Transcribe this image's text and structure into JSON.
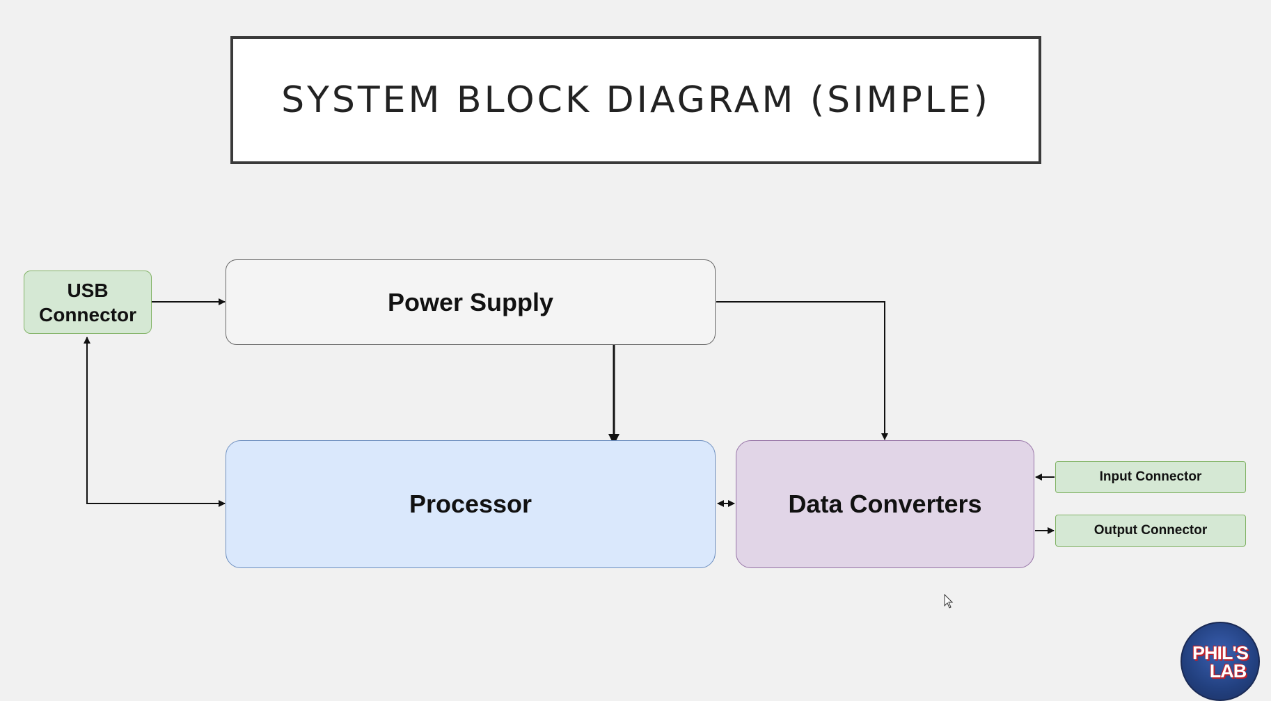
{
  "title": "SYSTEM BLOCK DIAGRAM (SIMPLE)",
  "blocks": {
    "usb_connector": {
      "line1": "USB",
      "line2": "Connector"
    },
    "power_supply": "Power Supply",
    "processor": "Processor",
    "data_converters": "Data Converters",
    "input_connector": "Input Connector",
    "output_connector": "Output Connector"
  },
  "connections": [
    {
      "from": "USB Connector",
      "to": "Power Supply",
      "arrow": "single"
    },
    {
      "from": "Power Supply",
      "to": "Processor",
      "arrow": "single"
    },
    {
      "from": "Power Supply",
      "to": "Data Converters",
      "arrow": "single"
    },
    {
      "from": "USB Connector",
      "to": "Processor",
      "arrow": "double"
    },
    {
      "from": "Processor",
      "to": "Data Converters",
      "arrow": "double"
    },
    {
      "from": "Input Connector",
      "to": "Data Converters",
      "arrow": "single"
    },
    {
      "from": "Data Converters",
      "to": "Output Connector",
      "arrow": "single"
    }
  ],
  "logo": {
    "line1": "PHIL'S",
    "line2": "LAB"
  },
  "colors": {
    "background": "#f1f1f1",
    "green_fill": "#d5e8d4",
    "blue_fill": "#dae8fc",
    "purple_fill": "#e1d5e7",
    "grey_fill": "#f4f4f4"
  }
}
